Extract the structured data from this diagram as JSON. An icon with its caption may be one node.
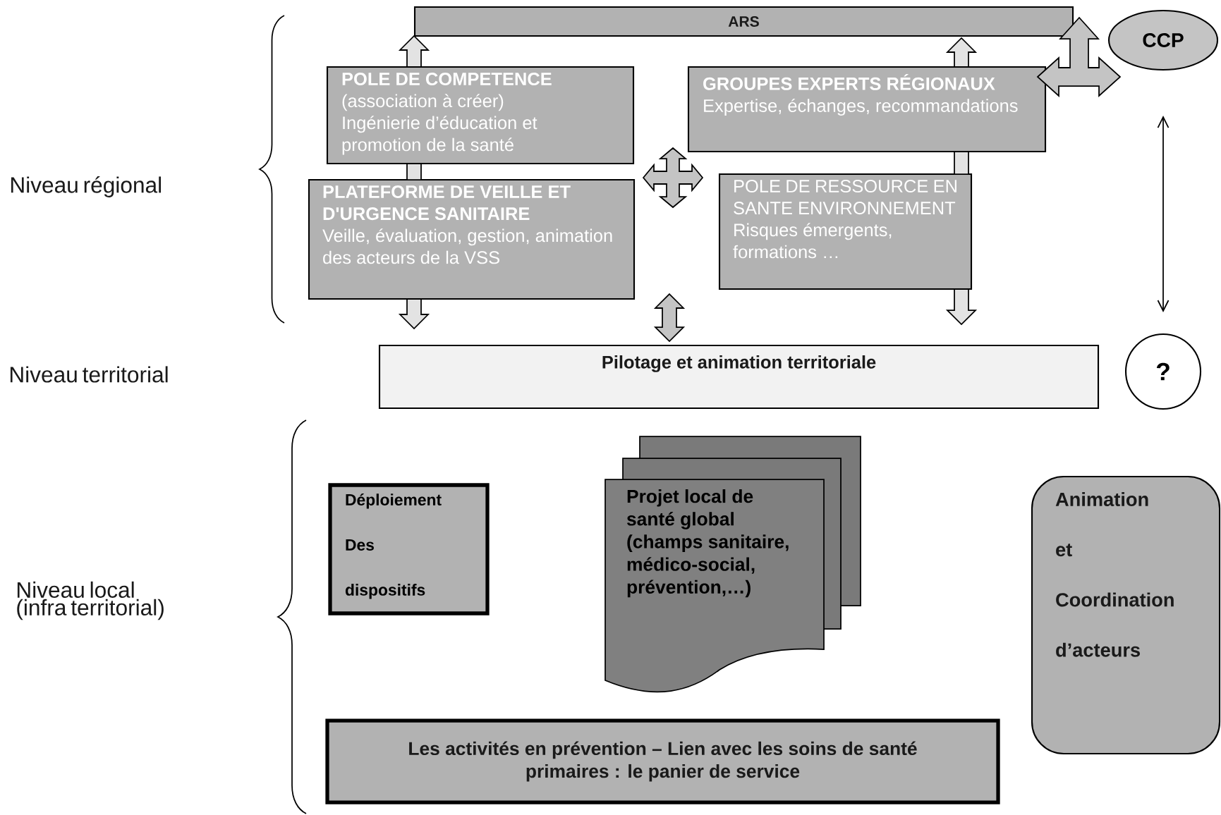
{
  "diagram": {
    "nodes": [
      {
        "text": [
          "ARS"
        ]
      },
      {
        "text": [
          "CCP"
        ]
      },
      {
        "text": [
          "POLE DE COMPETENCE",
          "(association à créer)",
          "Ingénierie d’éducation et promotion de la santé"
        ]
      },
      {
        "text": [
          "GROUPES EXPERTS RÉGIONAUX",
          "Expertise, échanges, recommandations"
        ]
      },
      {
        "text": [
          "PLATEFORME DE VEILLE ET D'URGENCE SANITAIRE",
          "Veille, évaluation, gestion, animation des acteurs de la VSS"
        ]
      },
      {
        "text": [
          "POLE DE RESSOURCE EN SANTE ENVIRONNEMENT",
          "Risques émergents, formations …"
        ]
      },
      {
        "text": [
          "Pilotage et animation territoriale"
        ]
      },
      {
        "text": [
          "?"
        ]
      },
      {
        "text": [
          "Déploiement",
          "Des",
          "dispositifs"
        ]
      },
      {
        "text": [
          "Projet local de santé global (champs sanitaire, médico-social, prévention,…)"
        ]
      },
      {
        "text": [
          "Animation",
          "et",
          "Coordination",
          "d’acteurs"
        ]
      },
      {
        "text": [
          "Les activités en prévention – Lien avec les soins de santé primaires : le panier de service"
        ]
      }
    ],
    "edges": [
      {
        "from": 2,
        "to": 0,
        "arrow": "to"
      },
      {
        "from": 2,
        "to": 4,
        "arrow": "none"
      },
      {
        "from": 4,
        "to": 6,
        "arrow": "to"
      },
      {
        "from": 3,
        "to": 0,
        "arrow": "to"
      },
      {
        "from": 3,
        "to": 5,
        "arrow": "none"
      },
      {
        "from": 5,
        "to": 6,
        "arrow": "to"
      },
      {
        "from": null,
        "to": 6,
        "arrow": "both"
      },
      {
        "from": 0,
        "to": 1,
        "arrow": "both"
      },
      {
        "from": 3,
        "to": 1,
        "arrow": "both"
      },
      {
        "from": 1,
        "to": 7,
        "arrow": "both"
      }
    ],
    "labels": [
      "Niveau régional",
      "Niveau territorial",
      "Niveau local (infra territorial)"
    ]
  }
}
